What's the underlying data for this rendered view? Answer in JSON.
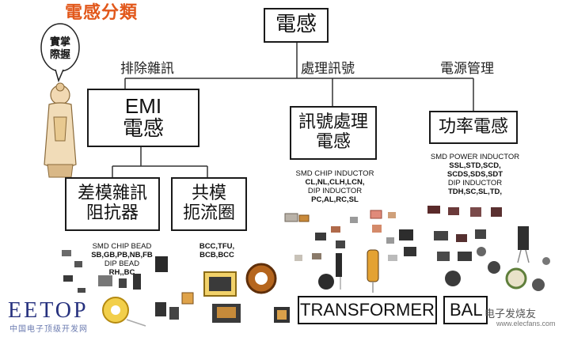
{
  "header": {
    "title": "電感分類"
  },
  "bubble": {
    "text": "實掌際握"
  },
  "nodes": {
    "root": "電感",
    "emi_line1": "EMI",
    "emi_line2": "電感",
    "signal_line1": "訊號處理",
    "signal_line2": "電感",
    "power": "功率電感",
    "diff_line1": "差模雜訊",
    "diff_line2": "阻抗器",
    "common_line1": "共模",
    "common_line2": "扼流圈"
  },
  "edges": {
    "noise": "排除雜訊",
    "signal": "處理訊號",
    "power": "電源管理"
  },
  "lists": {
    "chip_inductor": [
      "SMD CHIP INDUCTOR",
      "CL,NL,CLH,LCN,",
      "DIP INDUCTOR",
      "PC,AL,RC,SL"
    ],
    "power_inductor": [
      "SMD POWER INDUCTOR",
      "SSL,STD,SCD,",
      "SCDS,SDS,SDT",
      "DIP INDUCTOR",
      "TDH,SC,SL,TD,"
    ],
    "chip_bead": [
      "SMD CHIP BEAD",
      "SB,GB,PB,NB,FB",
      "DIP BEAD",
      "RH,,BC"
    ],
    "common_mode": [
      "BCC,TFU,",
      "BCB,BCC"
    ]
  },
  "labels": {
    "transformer": "TRANSFORMER",
    "ballun": "BAL"
  },
  "logo": {
    "text": "EETOP",
    "sub": "中国电子顶级开发网"
  },
  "watermark": {
    "text": "电子发烧友",
    "url": "www.elecfans.com"
  }
}
